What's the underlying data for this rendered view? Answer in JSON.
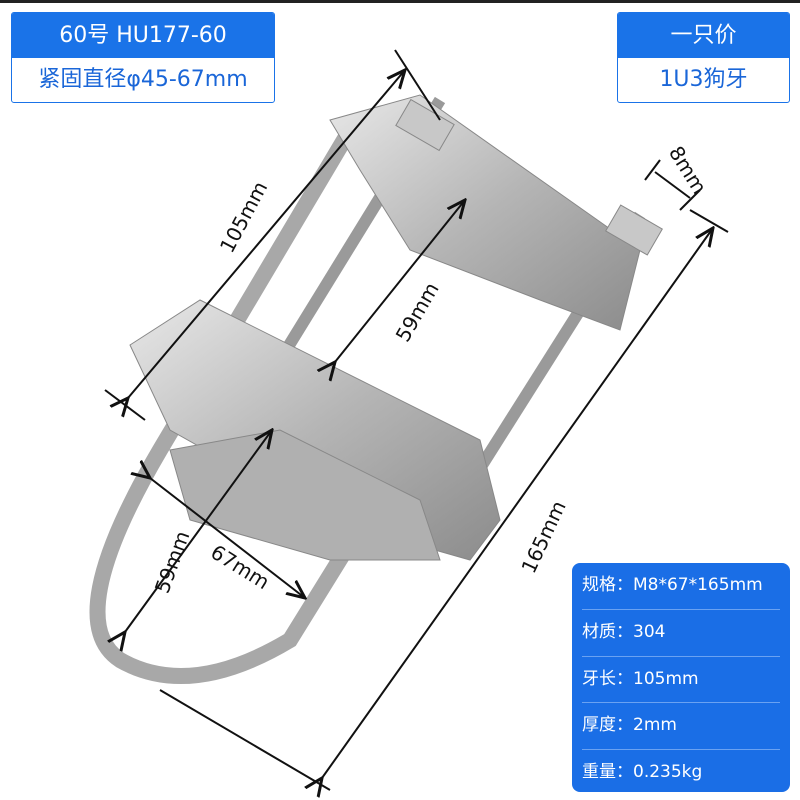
{
  "left_tag": {
    "title": "60号 HU177-60",
    "subtitle": "紧固直径φ45-67mm"
  },
  "right_tag": {
    "title": "一只价",
    "subtitle": "1U3狗牙"
  },
  "dimensions": {
    "length_thread": "105mm",
    "bolt": "8mm",
    "inner_upper": "59mm",
    "total": "165mm",
    "inner_lower": "59mm",
    "width": "67mm"
  },
  "specs": [
    {
      "label": "规格：",
      "value": "M8*67*165mm"
    },
    {
      "label": "材质：",
      "value": "304"
    },
    {
      "label": "牙长：",
      "value": "105mm"
    },
    {
      "label": "厚度：",
      "value": "2mm"
    },
    {
      "label": "重量：",
      "value": "0.235kg"
    }
  ],
  "colors": {
    "accent": "#1a73e8",
    "spec_bg": "#1a6ee6"
  }
}
